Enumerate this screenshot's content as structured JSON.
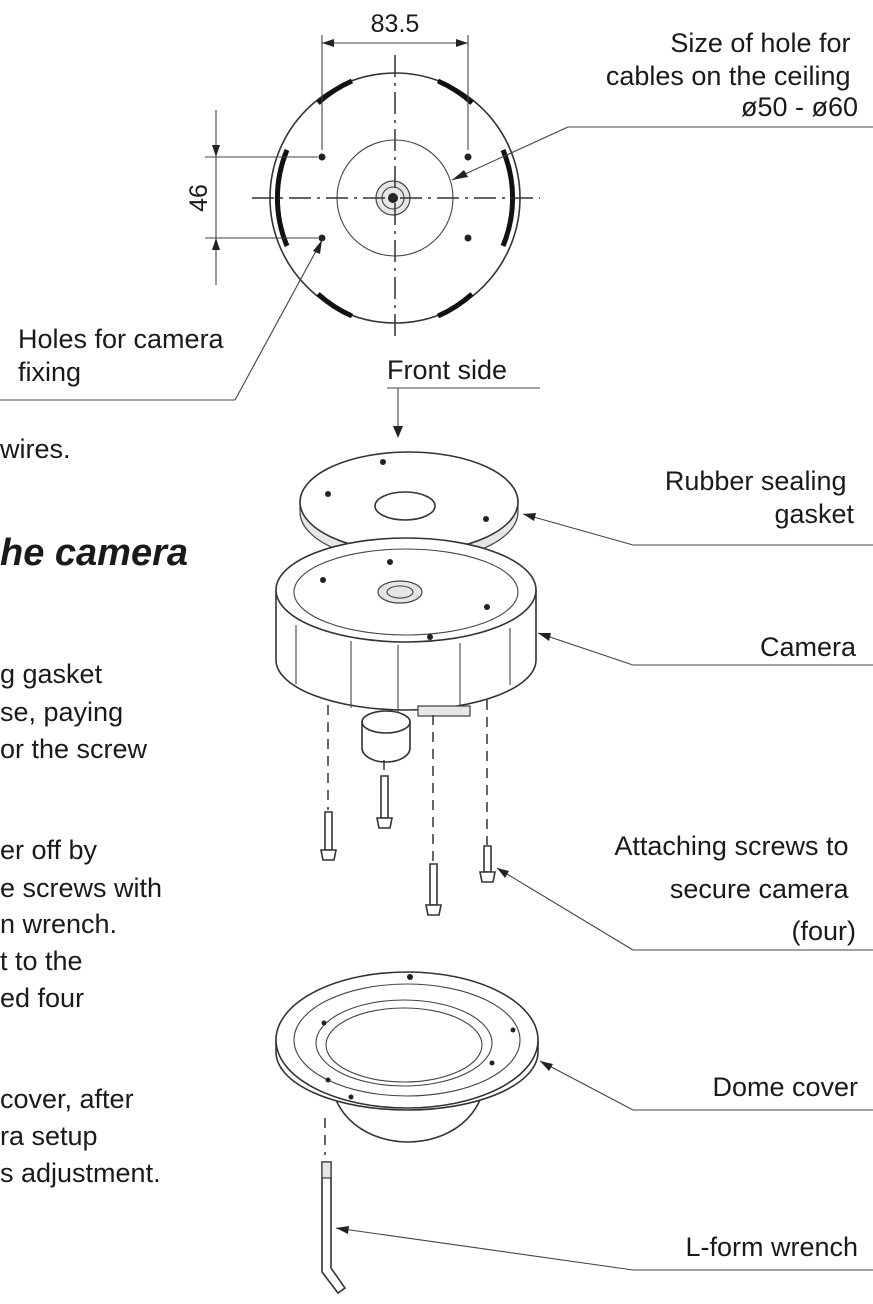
{
  "dimensions": {
    "width_label": "83.5",
    "height_label": "46"
  },
  "callouts": {
    "cable_hole_title": [
      "Size of hole for",
      "cables on the ceiling"
    ],
    "cable_hole_size": "ø50 - ø60",
    "holes_fixing": [
      "Holes for camera",
      "fixing"
    ],
    "front_side": "Front side",
    "rubber_gasket": [
      "Rubber sealing",
      "gasket"
    ],
    "camera": "Camera",
    "screws": [
      "Attaching screws to",
      "secure camera",
      "(four)"
    ],
    "dome_cover": "Dome cover",
    "wrench": "L-form wrench"
  },
  "cropped_text": {
    "wires_line": "wires.",
    "heading": "he camera",
    "body_lines": [
      "g gasket",
      "se, paying",
      "or the screw",
      "er off by",
      "e screws with",
      "n wrench.",
      "t to the",
      "ed four",
      "cover, after",
      "ra setup",
      "s adjustment."
    ]
  }
}
